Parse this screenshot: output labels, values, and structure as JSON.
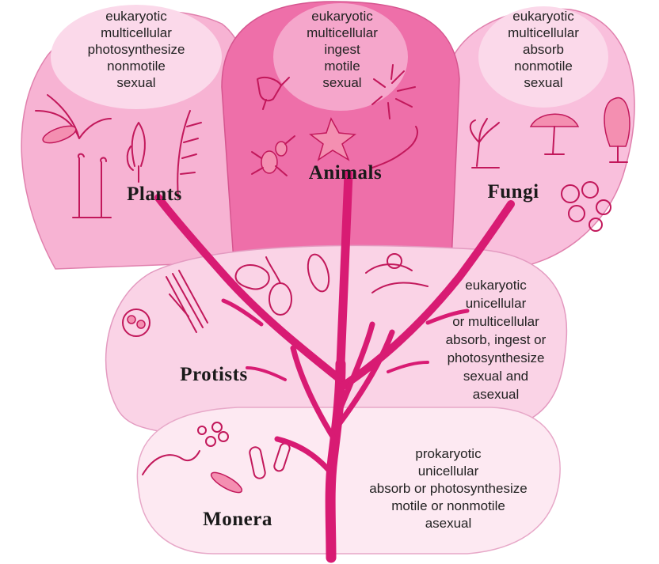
{
  "kingdoms": {
    "plants": {
      "name": "Plants",
      "traits": [
        "eukaryotic",
        "multicellular",
        "photosynthesize",
        "nonmotile",
        "sexual"
      ]
    },
    "animals": {
      "name": "Animals",
      "traits": [
        "eukaryotic",
        "multicellular",
        "ingest",
        "motile",
        "sexual"
      ]
    },
    "fungi": {
      "name": "Fungi",
      "traits": [
        "eukaryotic",
        "multicellular",
        "absorb",
        "nonmotile",
        "sexual"
      ]
    },
    "protists": {
      "name": "Protists",
      "traits": [
        "eukaryotic",
        "unicellular",
        "or multicellular",
        "absorb, ingest or",
        "photosynthesize",
        "sexual and",
        "asexual"
      ]
    },
    "monera": {
      "name": "Monera",
      "traits": [
        "prokaryotic",
        "unicellular",
        "absorb or photosynthesize",
        "motile or nonmotile",
        "asexual"
      ]
    }
  },
  "colors": {
    "plants_lobe": "#f7b3d3",
    "animals_lobe": "#ee6fa9",
    "fungi_lobe": "#f9bfdc",
    "protists_lobe": "#fad3e6",
    "monera_lobe": "#fde9f2",
    "trunk": "#d81b73",
    "text_bubble": "#fbd9ea"
  }
}
